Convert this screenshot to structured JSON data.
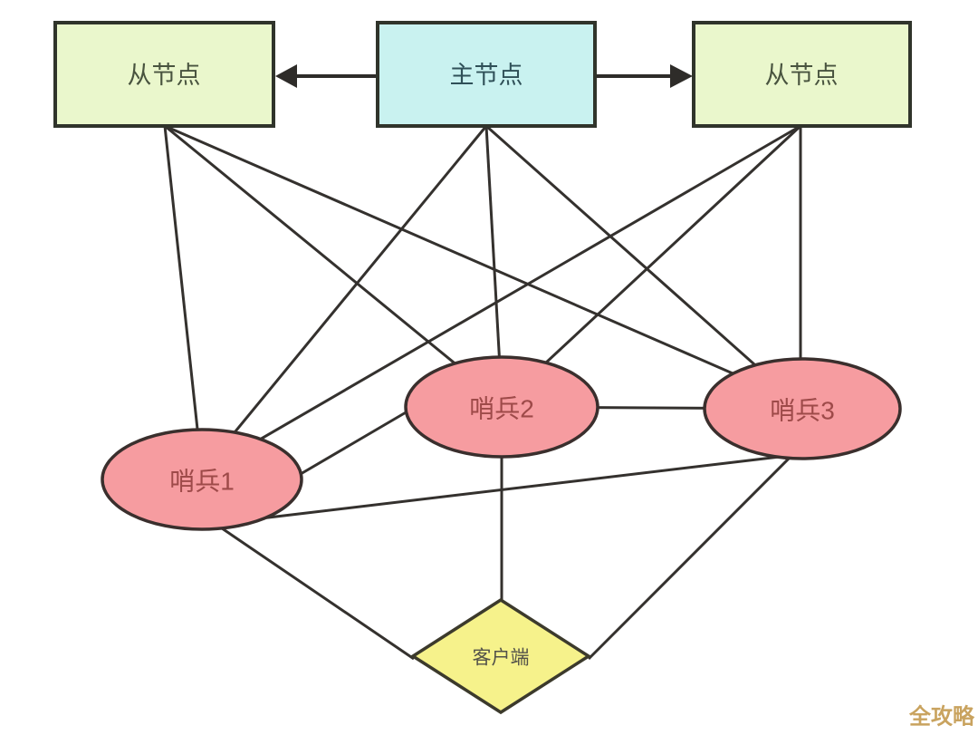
{
  "diagram": {
    "nodes": {
      "slave_left": {
        "label": "从节点",
        "fill": "#eaf7cc",
        "text_color": "#49543f"
      },
      "master": {
        "label": "主节点",
        "fill": "#c9f2f0",
        "text_color": "#2f5058"
      },
      "slave_right": {
        "label": "从节点",
        "fill": "#eaf7cc",
        "text_color": "#49543f"
      },
      "sentinel1": {
        "label": "哨兵1",
        "fill": "#f69ca0",
        "text_color": "#9e4a49"
      },
      "sentinel2": {
        "label": "哨兵2",
        "fill": "#f69ca0",
        "text_color": "#9e4a49"
      },
      "sentinel3": {
        "label": "哨兵3",
        "fill": "#f69ca0",
        "text_color": "#9e4a49"
      },
      "client": {
        "label": "客户端",
        "fill": "#f6f28b",
        "text_color": "#53524a"
      }
    },
    "edges": [
      {
        "from": "master",
        "to": "slave_left",
        "arrow": true
      },
      {
        "from": "master",
        "to": "slave_right",
        "arrow": true
      },
      {
        "from": "slave_left",
        "to": "sentinel1",
        "arrow": false
      },
      {
        "from": "slave_left",
        "to": "sentinel2",
        "arrow": false
      },
      {
        "from": "slave_left",
        "to": "sentinel3",
        "arrow": false
      },
      {
        "from": "master",
        "to": "sentinel1",
        "arrow": false
      },
      {
        "from": "master",
        "to": "sentinel2",
        "arrow": false
      },
      {
        "from": "master",
        "to": "sentinel3",
        "arrow": false
      },
      {
        "from": "slave_right",
        "to": "sentinel1",
        "arrow": false
      },
      {
        "from": "slave_right",
        "to": "sentinel2",
        "arrow": false
      },
      {
        "from": "slave_right",
        "to": "sentinel3",
        "arrow": false
      },
      {
        "from": "sentinel1",
        "to": "sentinel2",
        "arrow": false
      },
      {
        "from": "sentinel2",
        "to": "sentinel3",
        "arrow": false
      },
      {
        "from": "sentinel1",
        "to": "sentinel3",
        "arrow": false
      },
      {
        "from": "sentinel1",
        "to": "client",
        "arrow": false
      },
      {
        "from": "sentinel2",
        "to": "client",
        "arrow": false
      },
      {
        "from": "sentinel3",
        "to": "client",
        "arrow": false
      }
    ],
    "line_color": "#34312e",
    "watermark": {
      "text": "全攻略",
      "color": "#c9a35f"
    }
  }
}
